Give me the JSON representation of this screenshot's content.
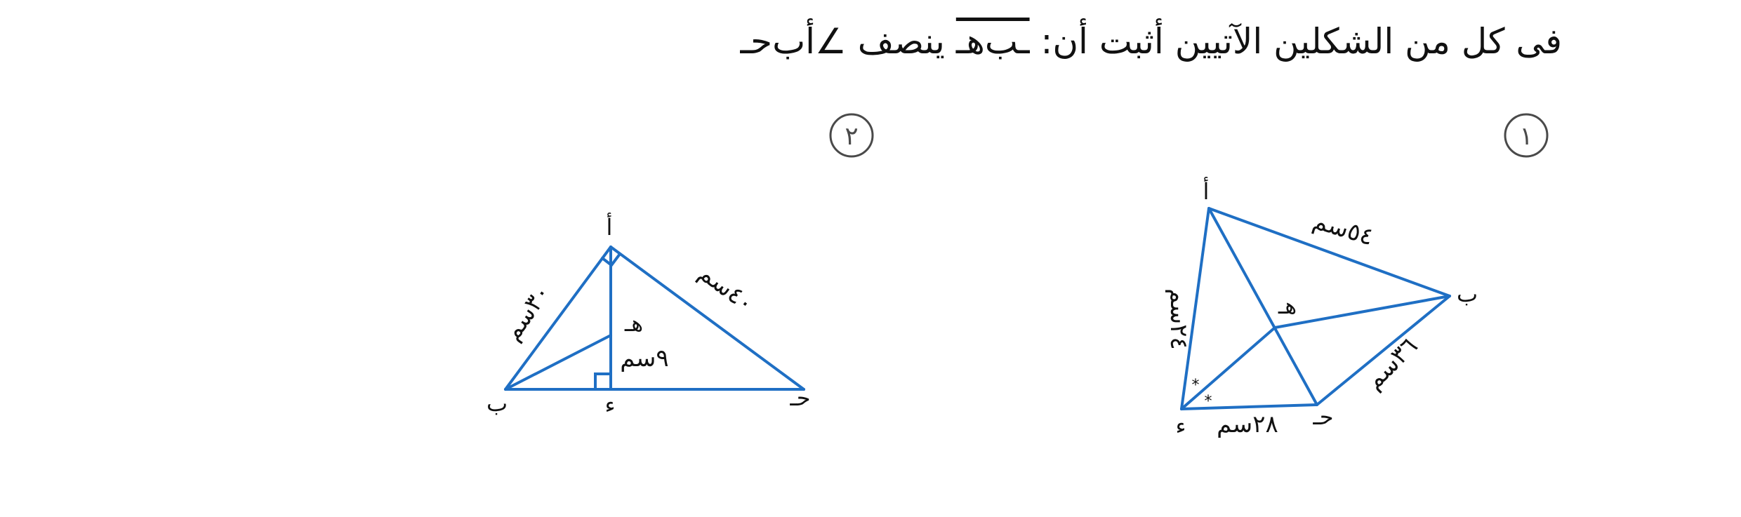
{
  "question": {
    "text_main": "فى كل من الشكلين الآتيين أثبت أن:",
    "segment": "ـب‌هـ",
    "verb": "ينصف",
    "angle_symbol": "∠",
    "angle_name": "أب‌حـ"
  },
  "figure_1": {
    "number": "١",
    "vertices": {
      "a": "أ",
      "b": "ب",
      "c": "حـ",
      "d": "ء",
      "e": "هـ"
    },
    "lengths": {
      "ab": "٥٤سم",
      "ad": "٢٤سم",
      "bc": "٣٦سم",
      "dc": "٢٨سم"
    },
    "equal_angle_marks": [
      "*",
      "*"
    ]
  },
  "figure_2": {
    "number": "٢",
    "vertices": {
      "a": "أ",
      "b": "ب",
      "c": "حـ",
      "d": "ء",
      "e": "هـ"
    },
    "lengths": {
      "ab": "٣٠سم",
      "ac": "٤٠سم",
      "ed": "٩سم"
    }
  },
  "colors": {
    "lines": "#1f6fc4",
    "text": "#111111",
    "circle": "#4a4a4a"
  }
}
